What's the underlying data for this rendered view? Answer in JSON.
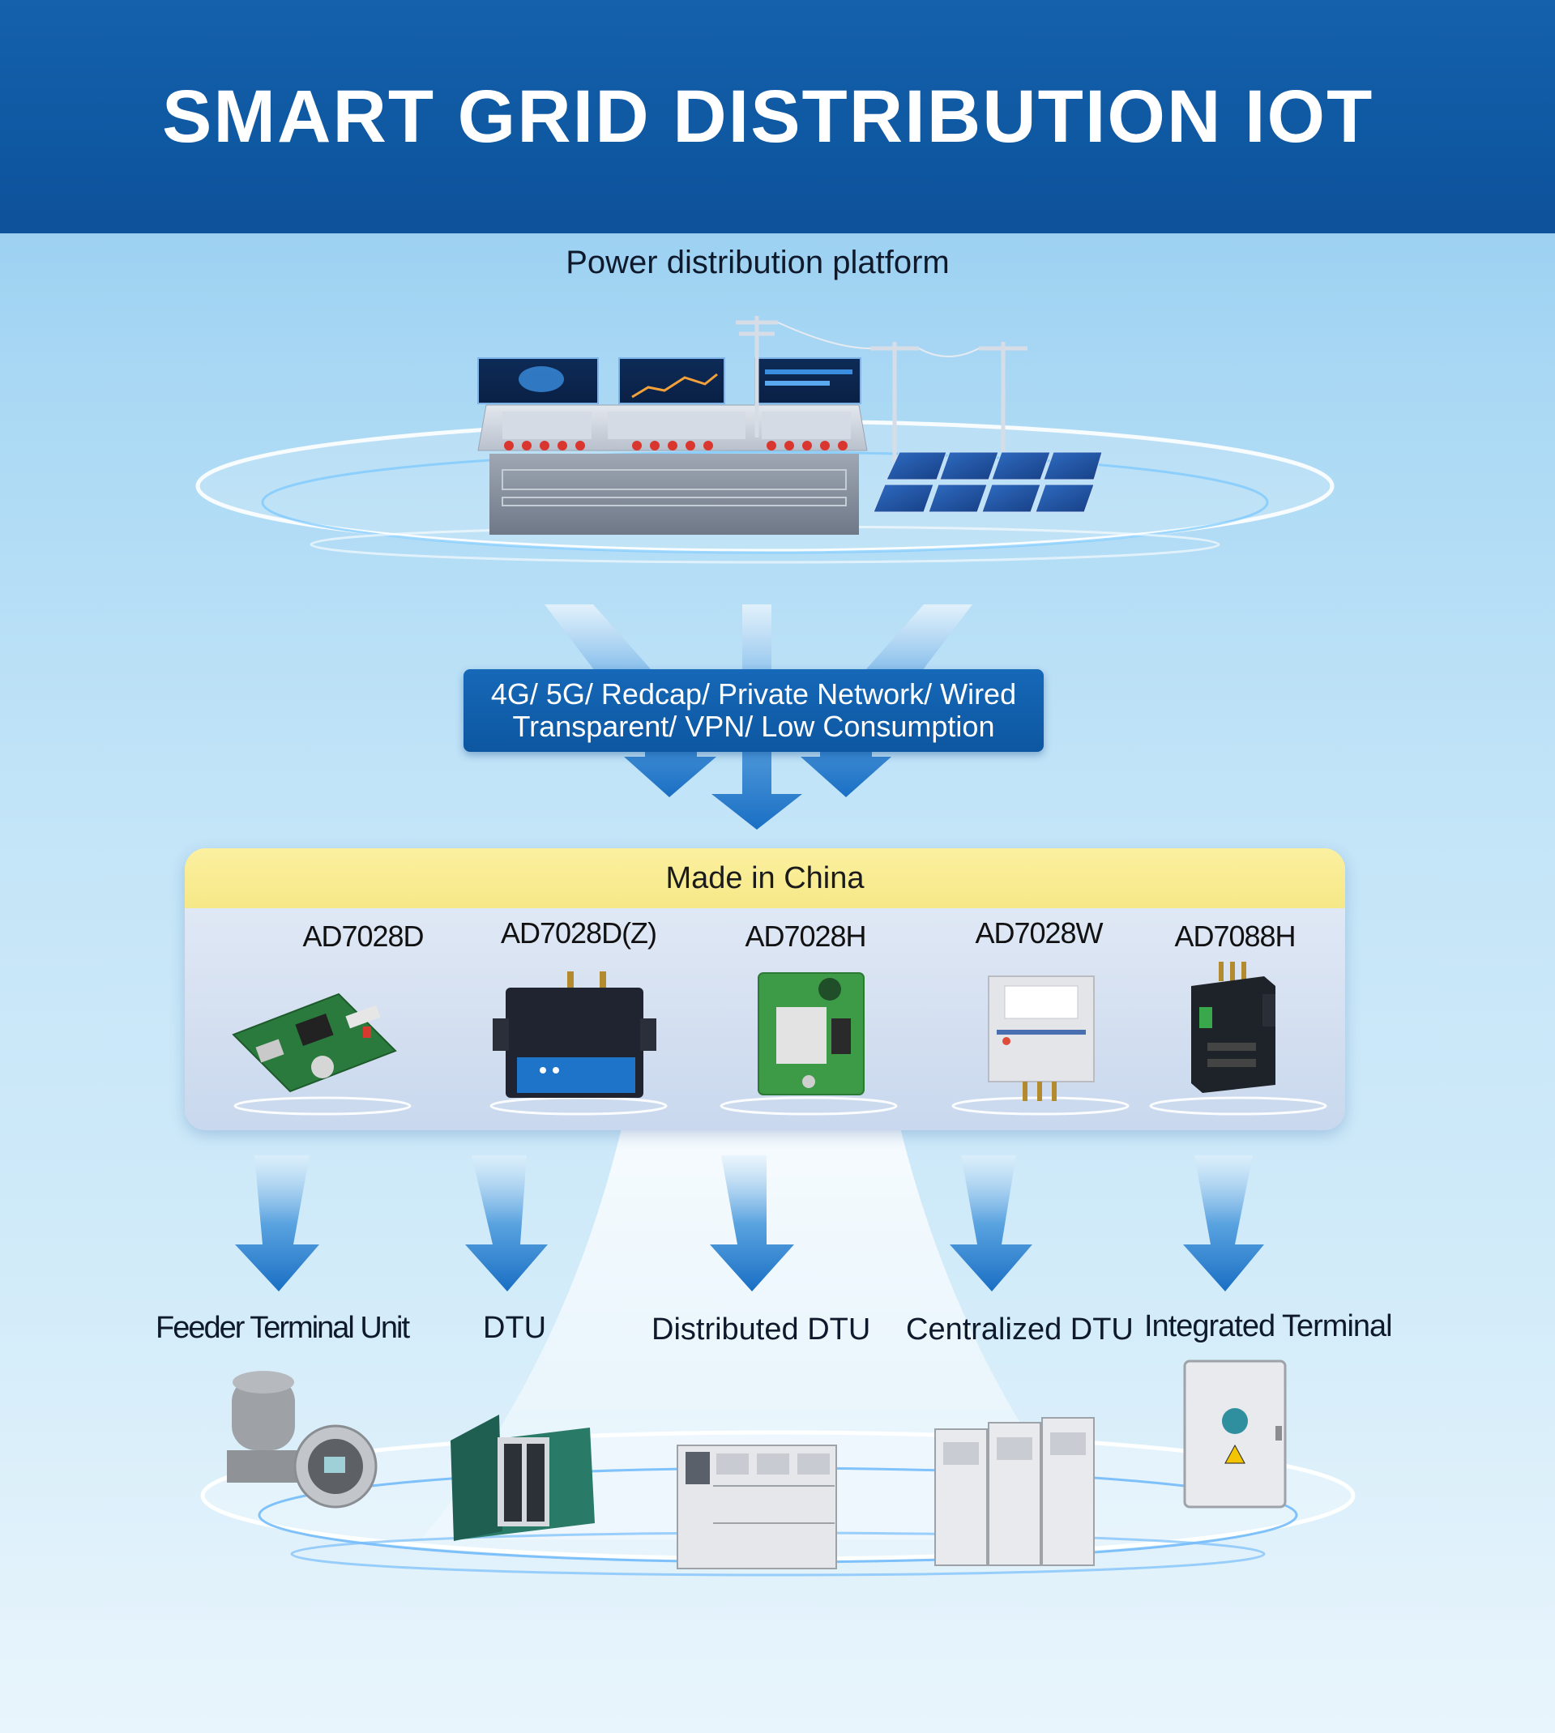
{
  "header": {
    "title": "SMART GRID DISTRIBUTION IOT"
  },
  "platform": {
    "title": "Power distribution platform"
  },
  "network": {
    "line1": "4G/ 5G/ Redcap/ Private Network/ Wired",
    "line2": "Transparent/ VPN/ Low Consumption"
  },
  "products": {
    "banner": "Made in China",
    "items": [
      "AD7028D",
      "AD7028D(Z)",
      "AD7028H",
      "AD7028W",
      "AD7088H"
    ]
  },
  "devices": {
    "items": [
      "Feeder Terminal Unit",
      "DTU",
      "Distributed DTU",
      "Centralized DTU",
      "Integrated Terminal"
    ]
  },
  "colors": {
    "header_blue": "#0f58a2",
    "arrow_blue": "#1a6fc4",
    "banner_yellow": "#f8ec93",
    "network_box": "#1262b0"
  }
}
